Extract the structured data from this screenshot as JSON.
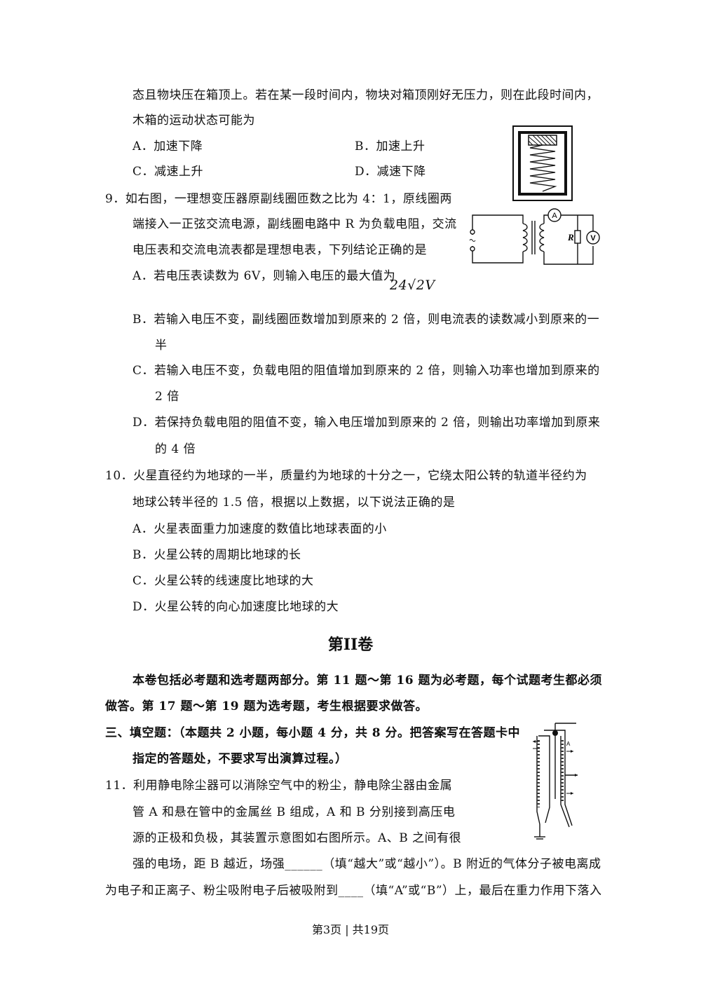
{
  "q8": {
    "stem_line1": "态且物块压在箱顶上。若在某一段时间内，物块对箱顶刚好无压力，则在此段时间内，",
    "stem_line2": "木箱的运动状态可能为",
    "opt_a": "A．加速下降",
    "opt_b": "B．加速上升",
    "opt_c": "C．减速上升",
    "opt_d": "D．减速下降"
  },
  "q9": {
    "stem_line1": "9．如右图，一理想变压器原副线圈匝数之比为 4：1，原线圈两",
    "stem_line2": "端接入一正弦交流电源，副线圈电路中 R 为负载电阻，交流",
    "stem_line3": "电压表和交流电流表都是理想电表，下列结论正确的是",
    "opt_a": "A．若电压表读数为 6V，则输入电压的最大值为",
    "opt_a_math": "24√2V",
    "opt_b_1": "B．若输入电压不变，副线圈匝数增加到原来的 2 倍，则电流表的读数减小到原来的一",
    "opt_b_2": "半",
    "opt_c_1": "C．若输入电压不变，负载电阻的阻值增加到原来的 2 倍，则输入功率也增加到原来的",
    "opt_c_2": "2 倍",
    "opt_d_1": "D．若保持负载电阻的阻值不变，输入电压增加到原来的 2 倍，则输出功率增加到原来",
    "opt_d_2": "的 4 倍",
    "fig_labels": {
      "ammeter": "A",
      "voltmeter": "V",
      "resistor": "R"
    }
  },
  "q10": {
    "stem_line1": "10．火星直径约为地球的一半，质量约为地球的十分之一，它绕太阳公转的轨道半径约为",
    "stem_line2": "地球公转半径的 1.5 倍，根据以上数据，以下说法正确的是",
    "opt_a": "A．火星表面重力加速度的数值比地球表面的小",
    "opt_b": "B．火星公转的周期比地球的长",
    "opt_c": "C．火星公转的线速度比地球的大",
    "opt_d": "D．火星公转的向心加速度比地球的大"
  },
  "section2": {
    "title": "第II卷",
    "intro_1": "本卷包括必考题和选考题两部分。第 11 题～第 16 题为必考题，每个试题考生都必须",
    "intro_2": "做答。第 17 题～第 19 题为选考题，考生根据要求做答。",
    "heading_1": "三、填空题：（本题共 2 小题，每小题 4 分，共 8 分。把答案写在答题卡中",
    "heading_2": "指定的答题处，不要求写出演算过程。）"
  },
  "q11": {
    "line1": "11．利用静电除尘器可以消除空气中的粉尘，静电除尘器由金属",
    "line2": "管 A 和悬在管中的金属丝 B 组成，A 和 B 分别接到高压电",
    "line3": "源的正极和负极，其装置示意图如右图所示。A、B 之间有很",
    "line4": "强的电场，距 B 越近，场强______（填“越大”或“越小”）。B 附近的气体分子被电离成",
    "line5": "为电子和正离子、粉尘吸附电子后被吸附到____（填“A”或“B”）上，最后在重力作用下落入",
    "fig_label_a": "A"
  },
  "footer": "第3页 | 共19页"
}
